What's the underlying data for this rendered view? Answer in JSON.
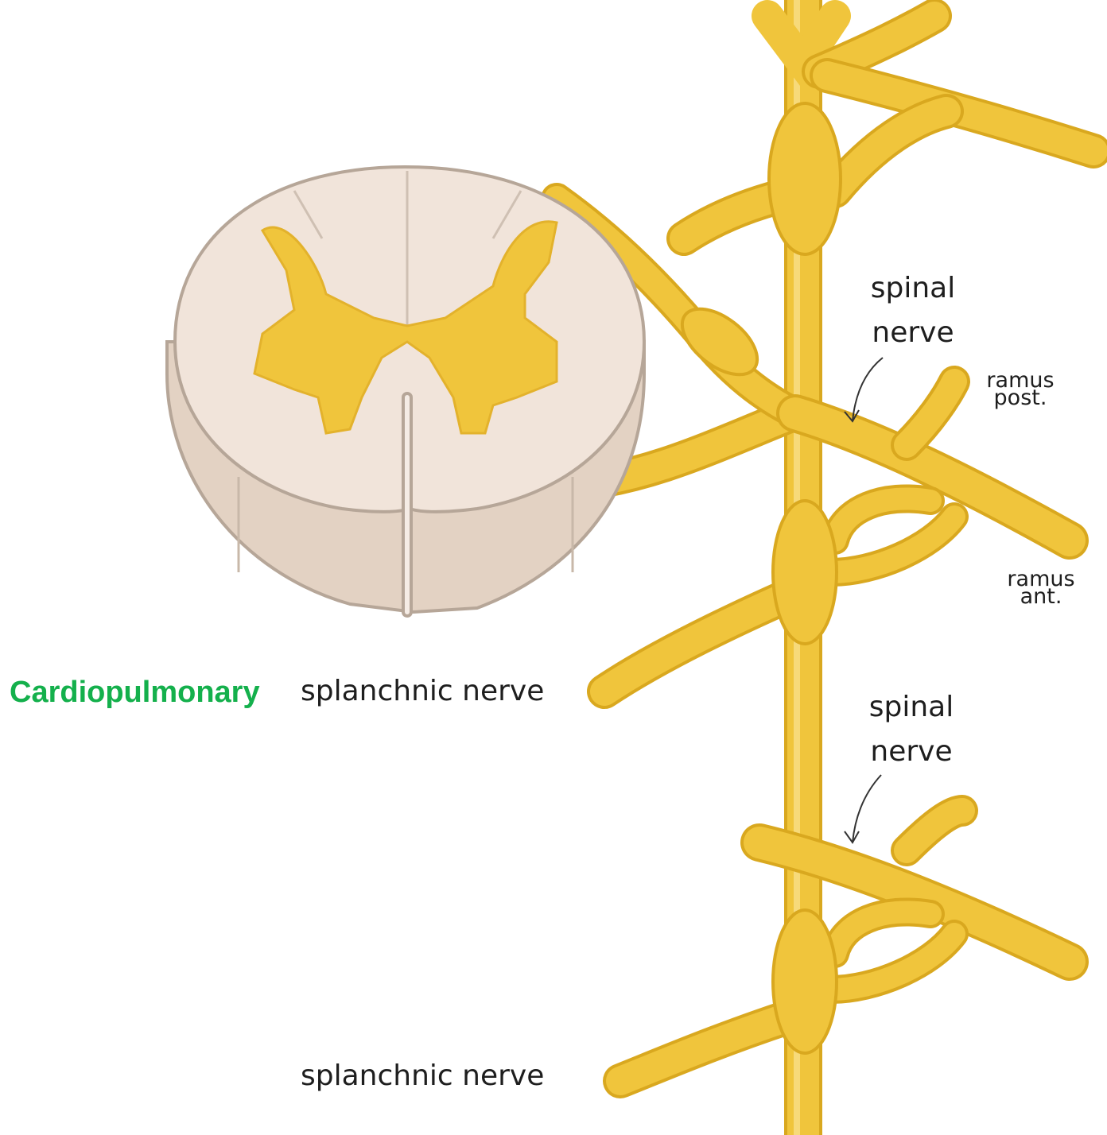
{
  "colors": {
    "nerve": "#f0c53c",
    "nerve_dark": "#d9a81f",
    "nerve_light": "#f7da7a",
    "cord_top": "#f1e4da",
    "cord_side": "#e3d2c3",
    "cord_outline": "#b6a698",
    "highlight_green": "#14b04c"
  },
  "labels": {
    "spinal_nerve_1": [
      "spinal",
      "nerve"
    ],
    "ramus_post": [
      "ramus",
      "post."
    ],
    "ramus_ant": [
      "ramus",
      "ant."
    ],
    "cardiopulmonary": "Cardiopulmonary",
    "splanchnic_1": "splanchnic nerve",
    "spinal_nerve_2": [
      "spinal",
      "nerve"
    ],
    "splanchnic_2": "splanchnic nerve"
  }
}
